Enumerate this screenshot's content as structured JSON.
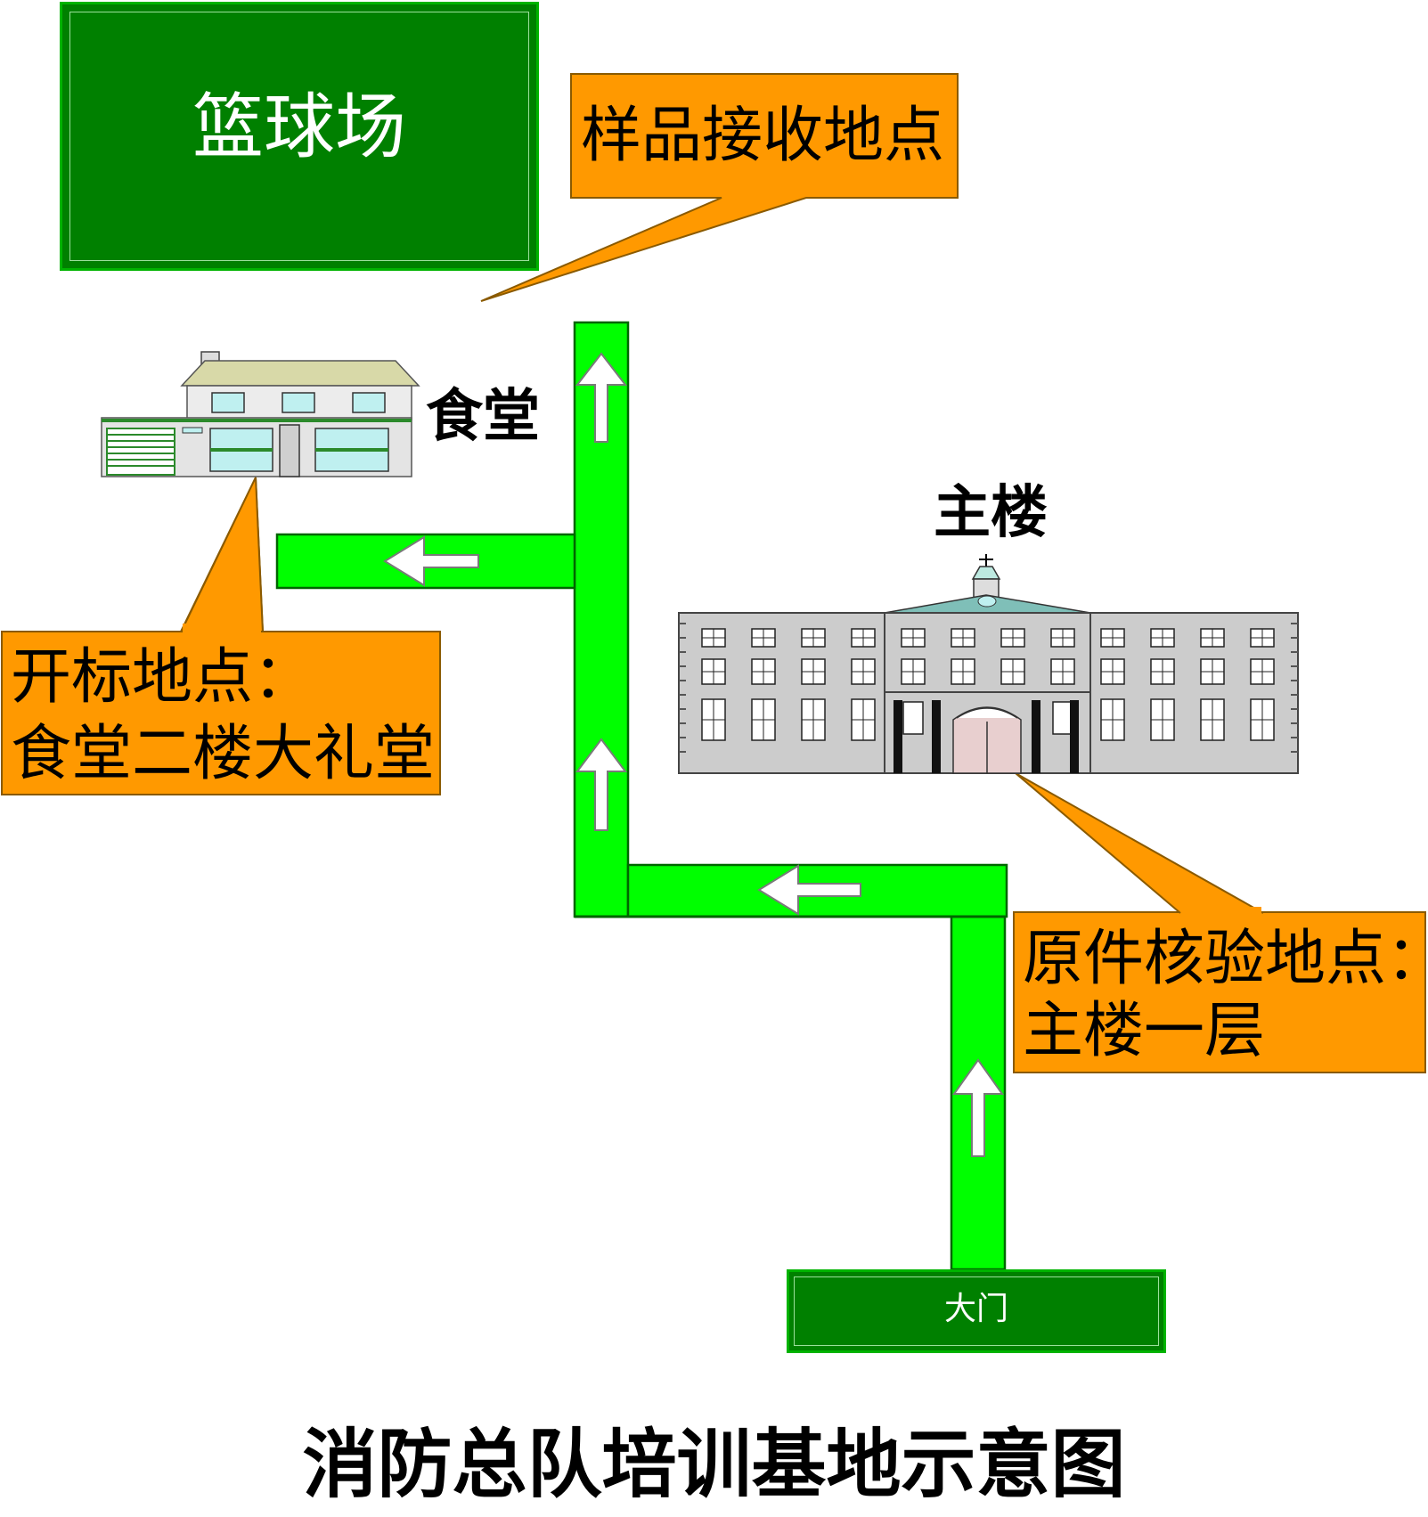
{
  "basketball_court": {
    "label": "篮球场"
  },
  "callouts": {
    "sample_receiving": {
      "label": "样品接收地点"
    },
    "bid_opening": {
      "line1": "开标地点：",
      "line2": "食堂二楼大礼堂"
    },
    "original_verification": {
      "line1": "原件核验地点：",
      "line2": "主楼一层"
    }
  },
  "buildings": {
    "canteen": {
      "label": "食堂",
      "icon": "house-icon"
    },
    "main_building": {
      "label": "主楼",
      "icon": "mansion-icon"
    }
  },
  "gate": {
    "label": "大门"
  },
  "title": "消防总队培训基地示意图",
  "colors": {
    "court_green": "#008000",
    "road_green": "#00ff00",
    "callout_orange": "#ff9900",
    "arrow_white": "#ffffff"
  }
}
